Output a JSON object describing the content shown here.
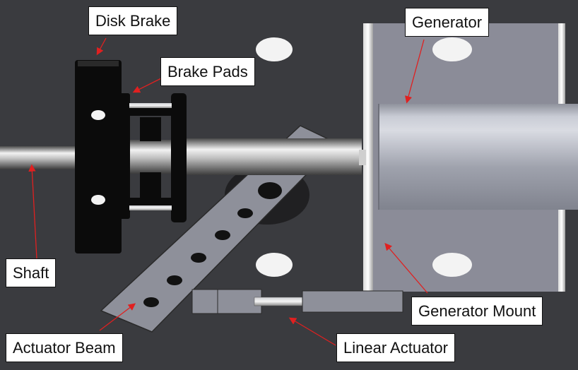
{
  "diagram": {
    "labels": {
      "disk_brake": "Disk Brake",
      "brake_pads": "Brake Pads",
      "generator": "Generator",
      "shaft": "Shaft",
      "generator_mount": "Generator Mount",
      "actuator_beam": "Actuator Beam",
      "linear_actuator": "Linear Actuator"
    },
    "colors": {
      "background": "#3a3b3f",
      "arrow": "#e02020",
      "metal_light": "#e6e6e6",
      "mount_plate": "#8b8c98",
      "brake_black": "#0b0b0b",
      "callout_bg": "#ffffff"
    }
  }
}
